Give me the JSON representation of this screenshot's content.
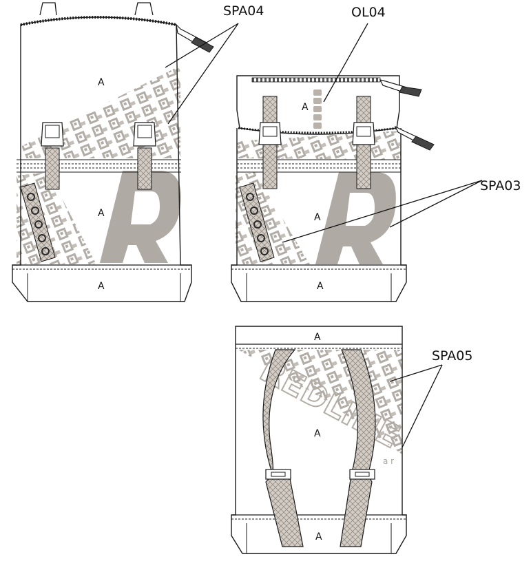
{
  "callouts": {
    "spa04": "SPA04",
    "ol04": "OL04",
    "spa03": "SPA03",
    "spa05": "SPA05"
  },
  "panel_labels": {
    "front_top": "A",
    "front_middle": "A",
    "front_bottom": "A",
    "side_top": "A",
    "side_middle": "A",
    "side_bottom": "A",
    "back_top": "A",
    "back_middle": "A",
    "back_bottom": "A"
  },
  "watermark": {
    "brand": "REDLINE",
    "sub": "a r"
  },
  "colors": {
    "line": "#1a1a1a",
    "print_fill": "#b8b2ab",
    "print_dark": "#9d968f",
    "strap_fill": "#cfc9c2",
    "grommet": "#2a2a2a"
  }
}
